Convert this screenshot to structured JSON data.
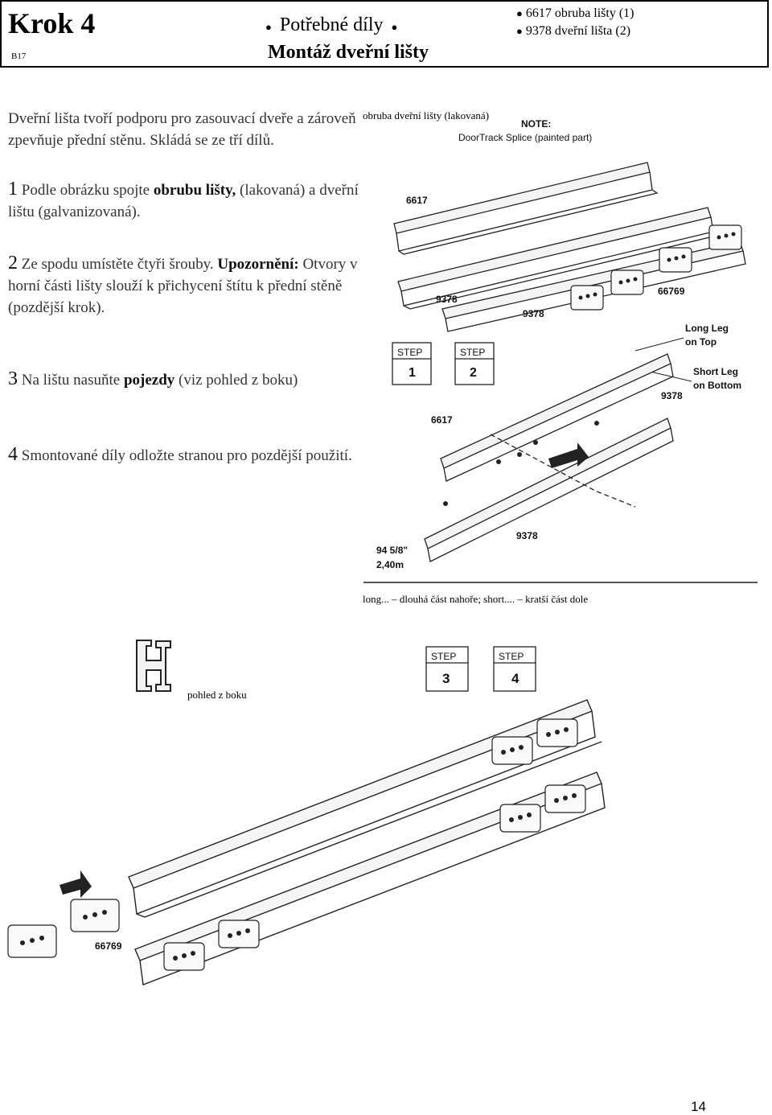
{
  "header": {
    "title": "Krok 4",
    "code": "B17",
    "parts_heading": "Potřebné díly",
    "section_title": "Montáž dveřní lišty",
    "parts": [
      "6617 obruba lišty (1)",
      "9378 dveřní lišta (2)"
    ]
  },
  "intro": "Dveřní lišta tvoří podporu pro zasouvací dveře a zároveň zpevňuje přední stěnu. Skládá se ze tří dílů.",
  "steps": [
    {
      "num": "1",
      "text_a": "Podle obrázku spojte",
      "bold": "obrubu lišty,",
      "text_b": "(lakovaná) a dveřní lištu (galvanizovaná)."
    },
    {
      "num": "2",
      "text": "Ze spodu umístěte čtyři šrouby.",
      "warn_label": "Upozornění:",
      "warn_text": "Otvory v horní části lišty slouží k přichycení štítu k přední stěně (pozdější krok)."
    },
    {
      "num": "3",
      "text_a": "Na lištu nasuňte",
      "bold": "pojezdy",
      "text_b": "(viz pohled z boku)"
    },
    {
      "num": "4",
      "text": "Smontované díly odložte stranou pro pozdější použití."
    }
  ],
  "figure_top": {
    "caption": "obruba dveřní lišty (lakovaná)",
    "note_title": "NOTE:",
    "note_text": "DoorTrack Splice (painted part)",
    "step_word": "STEP",
    "step_a": "1",
    "step_b": "2",
    "part_6617": "6617",
    "part_9378": "9378",
    "part_66769": "66769",
    "long_leg_1": "Long Leg",
    "long_leg_2": "on Top",
    "short_leg_1": "Short Leg",
    "short_leg_2": "on Bottom",
    "length_1": "94 5/8\"",
    "length_2": "2,40m",
    "legend": "long... – dlouhá část nahoře; short.... – kratší část dole"
  },
  "figure_bottom": {
    "side_caption": "pohled z boku",
    "step_word": "STEP",
    "step_a": "3",
    "step_b": "4",
    "part_66769": "66769"
  },
  "page_number": "14"
}
